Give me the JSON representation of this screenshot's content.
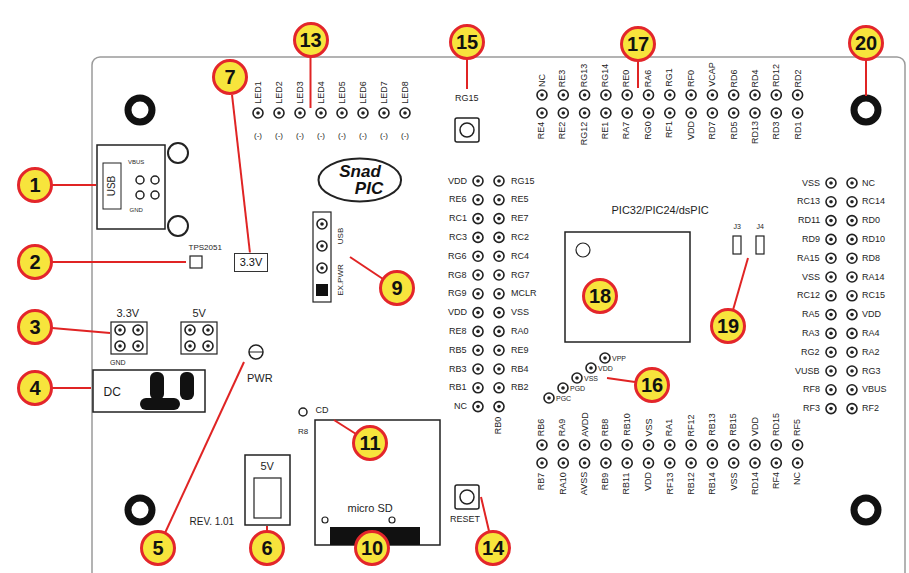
{
  "diagram": {
    "nodes": [
      {
        "text": [
          "1"
        ]
      },
      {
        "text": [
          "2"
        ]
      },
      {
        "text": [
          "3"
        ]
      },
      {
        "text": [
          "4"
        ]
      },
      {
        "text": [
          "5"
        ]
      },
      {
        "text": [
          "6"
        ]
      },
      {
        "text": [
          "7"
        ]
      },
      {
        "text": [
          "9"
        ]
      },
      {
        "text": [
          "10"
        ]
      },
      {
        "text": [
          "11"
        ]
      },
      {
        "text": [
          "13"
        ]
      },
      {
        "text": [
          "14"
        ]
      },
      {
        "text": [
          "15"
        ]
      },
      {
        "text": [
          "16"
        ]
      },
      {
        "text": [
          "17"
        ]
      },
      {
        "text": [
          "18"
        ]
      },
      {
        "text": [
          "19"
        ]
      },
      {
        "text": [
          "20"
        ]
      },
      {
        "text": [
          "3.3V"
        ]
      },
      {
        "text": [
          "Snad",
          "PIC"
        ]
      }
    ],
    "edges": [
      {
        "from": 6,
        "to": 18,
        "arrow": "none"
      }
    ],
    "labels": [
      "USB",
      "VBUS",
      "GND",
      "TPS2051",
      "3.3V",
      "5V",
      "GND",
      "DC",
      "PWR",
      "5V",
      "REV. 1.01",
      "CD",
      "R8",
      "micro SD",
      "USB",
      "EX.PWR",
      "RG15",
      "RESET",
      "PIC32/PIC24/dsPIC",
      "J3",
      "J4",
      "LED1",
      "LED2",
      "LED3",
      "LED4",
      "LED5",
      "LED6",
      "LED7",
      "LED8",
      "(-)",
      "(-)",
      "(-)",
      "(-)",
      "(-)",
      "(-)",
      "(-)",
      "(-)",
      "NC",
      "RE3",
      "RG13",
      "RG14",
      "RE0",
      "RA6",
      "RG1",
      "RF0",
      "VCAP",
      "RD6",
      "RD4",
      "RD12",
      "RD2",
      "RE4",
      "RE2",
      "RG12",
      "RE1",
      "RA7",
      "RG0",
      "RF1",
      "VDD",
      "RD7",
      "RD5",
      "RD13",
      "RD3",
      "RD1",
      "VDD",
      "RE6",
      "RC1",
      "RC3",
      "RG6",
      "RG8",
      "RG9",
      "VDD",
      "RE8",
      "RB5",
      "RB3",
      "RB1",
      "NC",
      "RG15",
      "RE5",
      "RE7",
      "RC2",
      "RC4",
      "RG7",
      "MCLR",
      "VSS",
      "RA0",
      "RE9",
      "RB4",
      "RB2",
      "RB0",
      "VSS",
      "RC13",
      "RD11",
      "RD9",
      "RA15",
      "VSS",
      "RC12",
      "RA5",
      "RA3",
      "RG2",
      "VUSB",
      "RF8",
      "RF3",
      "NC",
      "RC14",
      "RD0",
      "RD10",
      "RD8",
      "RA14",
      "RC15",
      "VDD",
      "RA4",
      "RA2",
      "RG3",
      "VBUS",
      "RF2",
      "VPP",
      "VDD",
      "VSS",
      "PGD",
      "PGC",
      "RB6",
      "RA9",
      "AVDD",
      "RB8",
      "RB10",
      "VSS",
      "RA1",
      "RF12",
      "RB13",
      "RB15",
      "VDD",
      "RD15",
      "RF5",
      "RB7",
      "RA10",
      "AVSS",
      "RB9",
      "RB11",
      "VDD",
      "RF13",
      "RB12",
      "RB14",
      "VSS",
      "RD14",
      "RF4",
      "NC"
    ]
  }
}
